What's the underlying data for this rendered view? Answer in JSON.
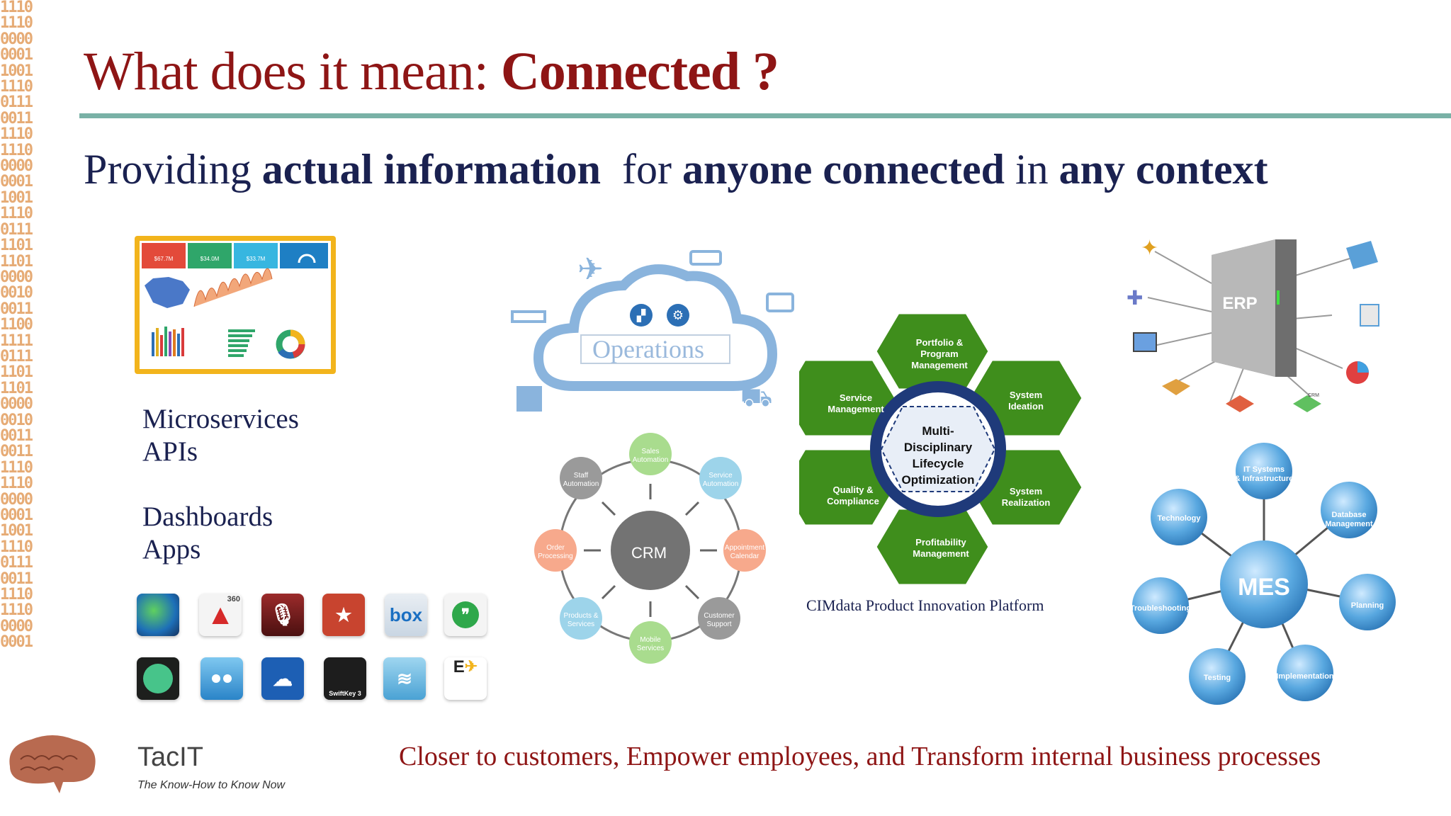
{
  "slide": {
    "title_plain": "What does it mean: ",
    "title_bold": "Connected ?",
    "subtitle": {
      "p1": "Providing ",
      "b1": "actual information",
      "p2": "  for ",
      "b2": "anyone connected",
      "p3": " in ",
      "b3": "any context"
    },
    "labels": {
      "microservices": "Microservices",
      "apis": "APIs",
      "dashboards": "Dashboards",
      "apps": "Apps"
    },
    "footer": "Closer to customers, Empower employees, and Transform internal business processes",
    "brand": "TacIT",
    "tagline": "The Know-How to Know Now",
    "binary_text": "1110 1110 0000 0001 1001 1110 0111 0011 1110 1110 0000 0001 1001 1110 0111 1101 1101 0000 0010 0011 1100 1111 0111 1101 1101 0000 0010 0011 0011 1110 1110 0000 0001 1001 1110 0111 0011 1110 1110 0000 0001"
  },
  "dashboard": {
    "kpis": [
      "$67.7M",
      "$34.0M",
      "$33.7M"
    ]
  },
  "operations": {
    "label": "Operations"
  },
  "crm": {
    "center": "CRM",
    "nodes": [
      "Sales Automation",
      "Service Automation",
      "Appointment Calendar",
      "Customer Support",
      "Mobile Services",
      "Products & Services",
      "Order Processing",
      "Staff Automation"
    ]
  },
  "cimdata": {
    "center": [
      "Multi-",
      "Disciplinary",
      "Lifecycle",
      "Optimization"
    ],
    "top": [
      "Portfolio &",
      "Program",
      "Management"
    ],
    "upper_right": [
      "System",
      "Ideation"
    ],
    "lower_right": [
      "System",
      "Realization"
    ],
    "bottom": [
      "Profitability",
      "Management"
    ],
    "lower_left": [
      "Quality &",
      "Compliance"
    ],
    "upper_left": [
      "Service",
      "Management"
    ],
    "caption": "CIMdata Product Innovation Platform"
  },
  "erp": {
    "label": "ERP",
    "crm_tag": "CRM"
  },
  "mes": {
    "center": "MES",
    "nodes": [
      "IT Systems & Infrastructure",
      "Database Management",
      "Planning",
      "Implementation",
      "Testing",
      "Troubleshooting",
      "Technology"
    ]
  },
  "app_icons": {
    "row1": [
      "globe-app",
      "autocad-360",
      "mic-hd",
      "wunderlist",
      "box",
      "hangouts"
    ],
    "row2": [
      "basecamp",
      "flickr",
      "onedrive",
      "swiftkey",
      "wifi",
      "travel"
    ],
    "labels": {
      "autocad": "360",
      "box": "box",
      "swiftkey": "SwiftKey 3",
      "travel": "E"
    }
  },
  "colors": {
    "title_red": "#8e1515",
    "navy": "#1a2150",
    "rule_teal": "#79b1a6",
    "hex_green": "#3f8e1c",
    "binary_orange": "#e6ab75"
  }
}
